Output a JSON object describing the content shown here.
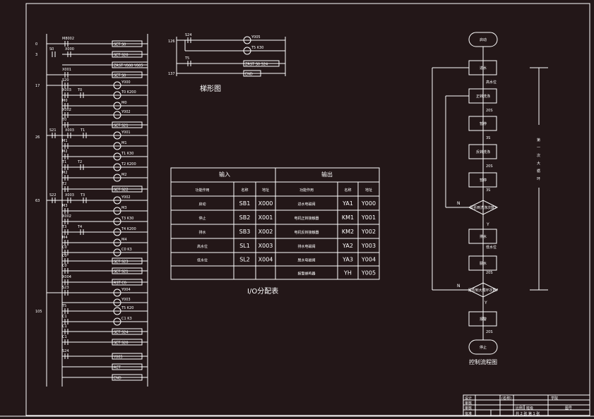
{
  "ladder": {
    "step_numbers": [
      "0",
      "3",
      "17",
      "26",
      "63",
      "105"
    ],
    "rungs": [
      {
        "contact": "M8002",
        "output": "SET S0",
        "type": "box"
      },
      {
        "contact": "S0 X000",
        "output": "SET S20",
        "type": "box"
      },
      {
        "contact": "",
        "output": "ZRST Y000 Y005",
        "type": "box"
      },
      {
        "contact": "X001",
        "output": "SET S0",
        "type": "box"
      },
      {
        "contact": "S20",
        "output": "Y000",
        "type": "coil"
      },
      {
        "contact": "X003 T0",
        "output": "T0 K200",
        "type": "coil"
      },
      {
        "contact": "M0",
        "output": "M0",
        "type": "coil"
      },
      {
        "contact": "X002",
        "output": "Y002",
        "type": "coil"
      },
      {
        "contact": "T0",
        "output": "SET S21",
        "type": "box"
      },
      {
        "contact": "S21 X003 T1",
        "output": "Y001",
        "type": "coil"
      },
      {
        "contact": "M1",
        "output": "M1",
        "type": "coil"
      },
      {
        "contact": "M2",
        "output": "T1 K30",
        "type": "coil"
      },
      {
        "contact": "T1 T2",
        "output": "T2 K200",
        "type": "coil"
      },
      {
        "contact": "M2",
        "output": "M2",
        "type": "coil"
      },
      {
        "contact": "T2",
        "output": "SET S22",
        "type": "box"
      },
      {
        "contact": "S22 X003 T3",
        "output": "Y002",
        "type": "coil"
      },
      {
        "contact": "M3",
        "output": "M3",
        "type": "coil"
      },
      {
        "contact": "X002",
        "output": "T3 K30",
        "type": "coil"
      },
      {
        "contact": "T3 T4",
        "output": "T4 K200",
        "type": "coil"
      },
      {
        "contact": "M4",
        "output": "M4",
        "type": "coil"
      },
      {
        "contact": "C0",
        "output": "C0 K3",
        "type": "coil"
      },
      {
        "contact": "C0",
        "output": "SET S23",
        "type": "box"
      },
      {
        "contact": "C0",
        "output": "SET S21",
        "type": "box"
      },
      {
        "contact": "X004",
        "output": "RST C0",
        "type": "box"
      },
      {
        "contact": "S23",
        "output": "Y004",
        "type": "coil"
      },
      {
        "contact": "",
        "output": "Y003",
        "type": "coil"
      },
      {
        "contact": "T5",
        "output": "T5 K20",
        "type": "coil"
      },
      {
        "contact": "C1",
        "output": "C1 K3",
        "type": "coil"
      },
      {
        "contact": "C1",
        "output": "SET S24",
        "type": "box"
      },
      {
        "contact": "C1",
        "output": "SET S20",
        "type": "box"
      },
      {
        "contact": "S24",
        "output": "Y005",
        "type": "box"
      },
      {
        "contact": "",
        "output": "RET",
        "type": "box"
      },
      {
        "contact": "",
        "output": "END",
        "type": "box"
      }
    ]
  },
  "timing": {
    "caption": "梯形图",
    "steps": [
      "126",
      "137"
    ],
    "rows": [
      {
        "contact": "S24",
        "output": "Y005"
      },
      {
        "contact": "",
        "output": "T5 K30"
      },
      {
        "contact": "T5",
        "output": "ZRST S0 S24"
      },
      {
        "contact": "",
        "output": "END"
      }
    ]
  },
  "io_table": {
    "caption": "I/O分配表",
    "input_header": "输入",
    "output_header": "输出",
    "columns": [
      "功能作用",
      "名称",
      "地址",
      "功能作用",
      "名称",
      "地址"
    ],
    "rows": [
      [
        "启动",
        "SB1",
        "X000",
        "进水电磁阀",
        "YA1",
        "Y000"
      ],
      [
        "停止",
        "SB2",
        "X001",
        "电机正转接触器",
        "KM1",
        "Y001"
      ],
      [
        "排水",
        "SB3",
        "X002",
        "电机反转接触器",
        "KM2",
        "Y002"
      ],
      [
        "高水位",
        "SL1",
        "X003",
        "排水电磁阀",
        "YA2",
        "Y003"
      ],
      [
        "低水位",
        "SL2",
        "X004",
        "脱水电磁阀",
        "YA3",
        "Y004"
      ],
      [
        "",
        "",
        "",
        "报警蜂鸣器",
        "YH",
        "Y005"
      ]
    ]
  },
  "flowchart": {
    "caption": "控制流程图",
    "start": "启动",
    "end": "停止",
    "steps": [
      "进水",
      "正转洗涤",
      "暂停",
      "反转洗涤",
      "暂停",
      "排水",
      "脱水",
      "报警"
    ],
    "decisions": [
      "是否到洗涤次数?",
      "是否到大循环次数?"
    ],
    "edge_labels": [
      "高水位",
      "20S",
      "3S",
      "20S",
      "3S",
      "低水位",
      "20S",
      "20S"
    ],
    "yes": "Y",
    "no": "N",
    "loop_label": [
      "第",
      "一",
      "次",
      "大",
      "循",
      "环"
    ]
  },
  "title_block": {
    "cells": [
      "设计",
      "审核",
      "审核",
      "批准",
      "(名称)",
      "比例",
      "图号",
      "共 2 张 第 1 张",
      "学院",
      "班级"
    ]
  }
}
